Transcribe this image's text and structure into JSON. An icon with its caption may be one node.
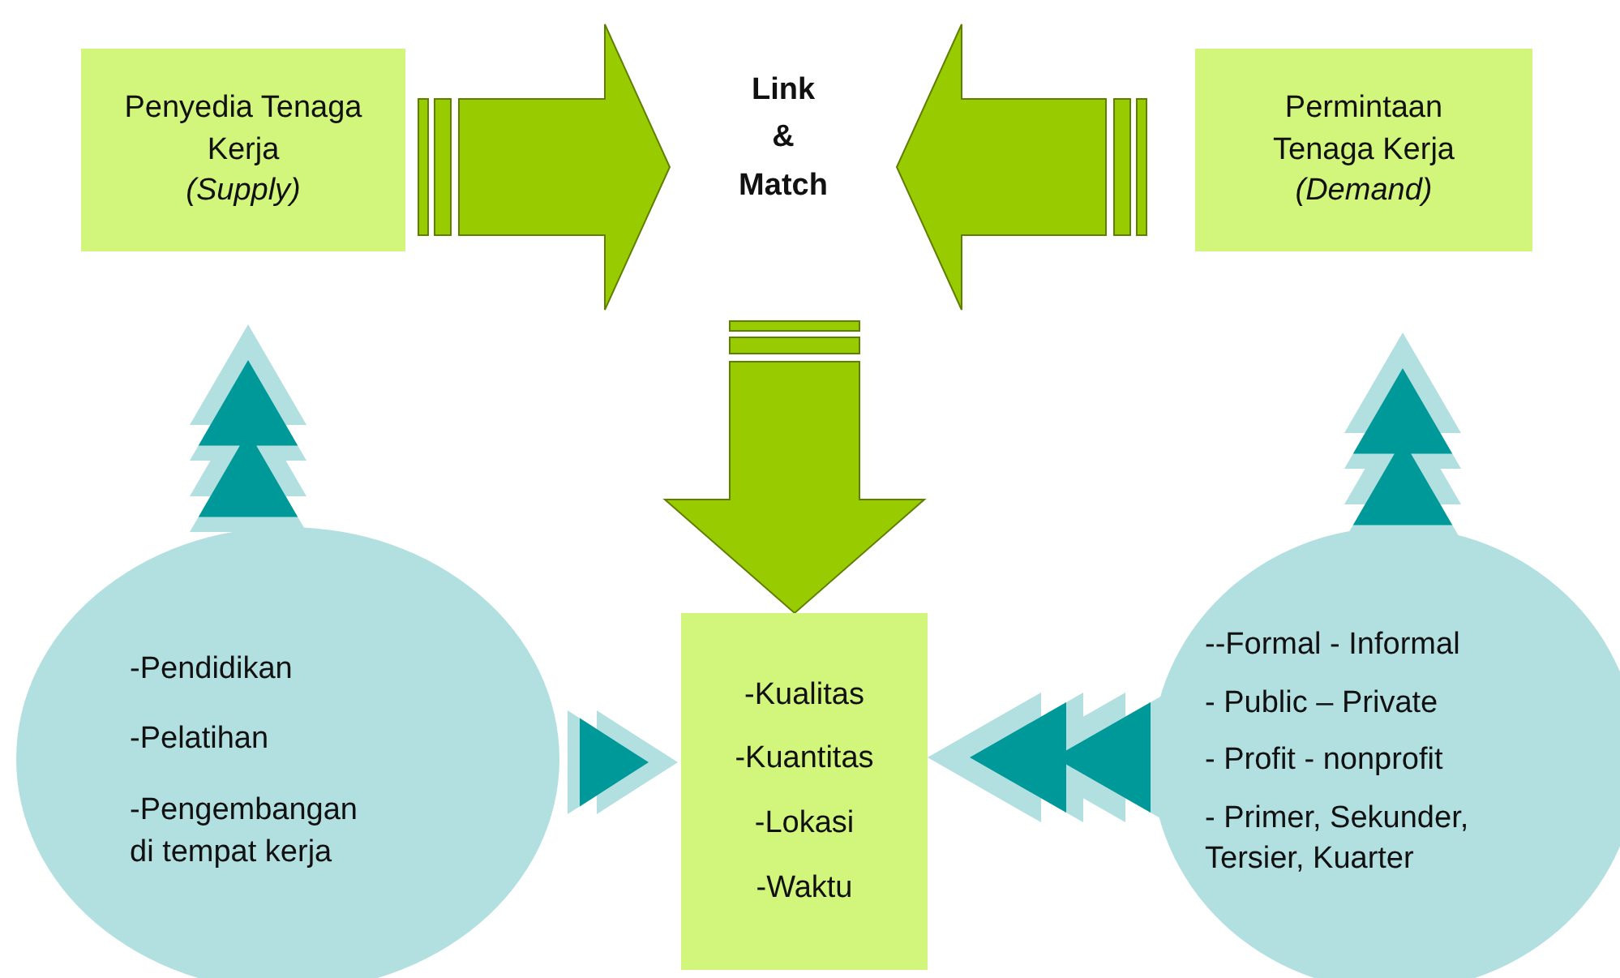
{
  "diagram": {
    "nodes": [
      {
        "text": [
          "Penyedia Tenaga Kerja",
          "(Supply)"
        ]
      },
      {
        "text": [
          "Link & Match"
        ]
      },
      {
        "text": [
          "Permintaan Tenaga Kerja",
          "(Demand)"
        ]
      },
      {
        "text": [
          "-Pendidikan",
          "-Pelatihan",
          "-Pengembangan di tempat kerja"
        ]
      },
      {
        "text": [
          "-Kualitas",
          "-Kuantitas",
          "-Lokasi",
          "-Waktu"
        ]
      },
      {
        "text": [
          "--Formal - Informal",
          "- Public – Private",
          "- Profit - nonprofit",
          "- Primer, Sekunder, Tersier, Kuarter"
        ]
      }
    ],
    "edges": [
      {
        "from": 0,
        "to": 1,
        "arrow": "to",
        "color": "#99cc00"
      },
      {
        "from": 2,
        "to": 1,
        "arrow": "to",
        "color": "#99cc00"
      },
      {
        "from": 1,
        "to": 4,
        "arrow": "to",
        "color": "#99cc00"
      },
      {
        "from": 3,
        "to": 0,
        "arrow": "to"
      },
      {
        "from": 5,
        "to": 2,
        "arrow": "to"
      },
      {
        "from": 3,
        "to": 4,
        "arrow": "to"
      },
      {
        "from": 5,
        "to": 4,
        "arrow": "to"
      }
    ]
  }
}
